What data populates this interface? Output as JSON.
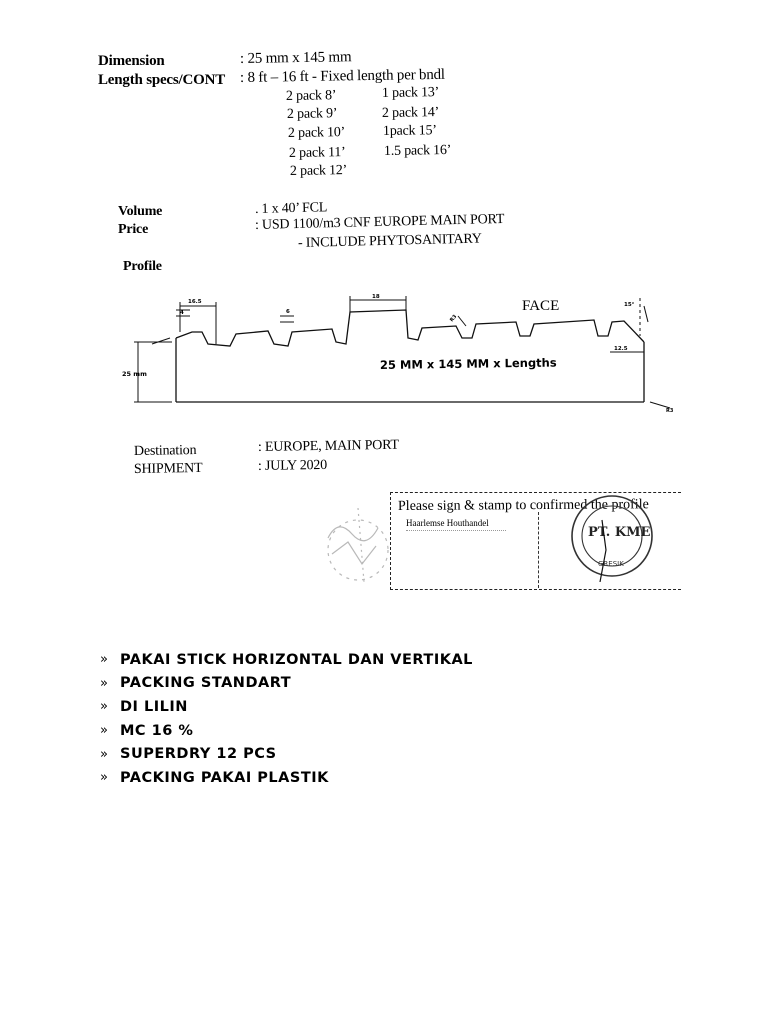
{
  "specs": {
    "dimension_label": "Dimension",
    "dimension_value": ": 25 mm x 145 mm",
    "length_label": "Length specs/CONT",
    "length_value": ": 8 ft – 16 ft - Fixed length per bndl",
    "packs_left": [
      "2 pack 8’",
      "2 pack 9’",
      "2 pack 10’",
      "2 pack 11’",
      "2 pack 12’"
    ],
    "packs_right": [
      "1 pack 13’",
      "2 pack 14’",
      "1pack 15’",
      "1.5 pack 16’"
    ],
    "volume_label": "Volume",
    "volume_value": ". 1 x 40’ FCL",
    "price_label": "Price",
    "price_value": ": USD 1100/m3 CNF EUROPE MAIN PORT",
    "price_note": "-    INCLUDE PHYTOSANITARY",
    "profile_label": "Profile",
    "destination_label": "Destination",
    "destination_value": ": EUROPE, MAIN PORT",
    "shipment_label": "SHIPMENT",
    "shipment_value": ": JULY 2020"
  },
  "profile_drawing": {
    "center_label": "25 MM x 145 MM x Lengths",
    "face_label": "FACE",
    "height_label": "25 mm",
    "dim_top_left": "16.5",
    "dim_small": "4",
    "dim_groove": "6",
    "dim_top_mid": "18",
    "dim_right": "12.5",
    "dim_angle": "15°",
    "dim_bottom_right": "R3",
    "dim_diag": "R3"
  },
  "signature_box": {
    "instruction": "Please sign & stamp to confirmed the profile",
    "company": "Haarlemse Houthandel",
    "stamp_text": "PT. KME",
    "stamp_ring_text": "GRESIK"
  },
  "notes": [
    "PAKAI STICK HORIZONTAL DAN VERTIKAL",
    "PACKING STANDART",
    "DI LILIN",
    "MC 16 %",
    "SUPERDRY 12 PCS",
    "PACKING PAKAI PLASTIK"
  ],
  "bullet_glyph": "»"
}
